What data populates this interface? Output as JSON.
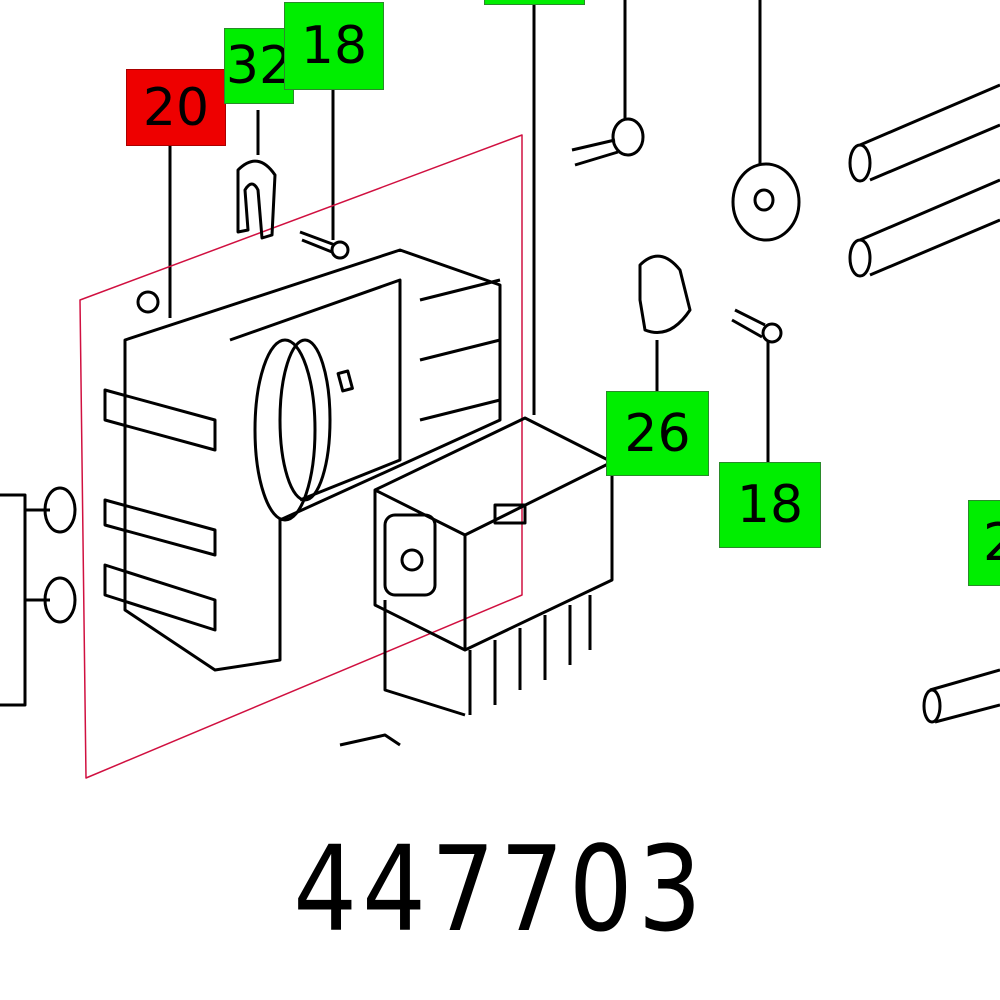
{
  "part_number": "447703",
  "labels": [
    {
      "text": "20",
      "color": "#ee0000",
      "highlighted": true
    },
    {
      "text": "32",
      "color": "#00ee00"
    },
    {
      "text": "18",
      "color": "#00ee00"
    },
    {
      "text": "",
      "color": "#00ee00"
    },
    {
      "text": "26",
      "color": "#00ee00"
    },
    {
      "text": "18",
      "color": "#00ee00"
    },
    {
      "text": "2",
      "color": "#00ee00"
    }
  ],
  "colors": {
    "highlight": "#ee0000",
    "callout": "#00ee00",
    "outline": "#d01040"
  }
}
